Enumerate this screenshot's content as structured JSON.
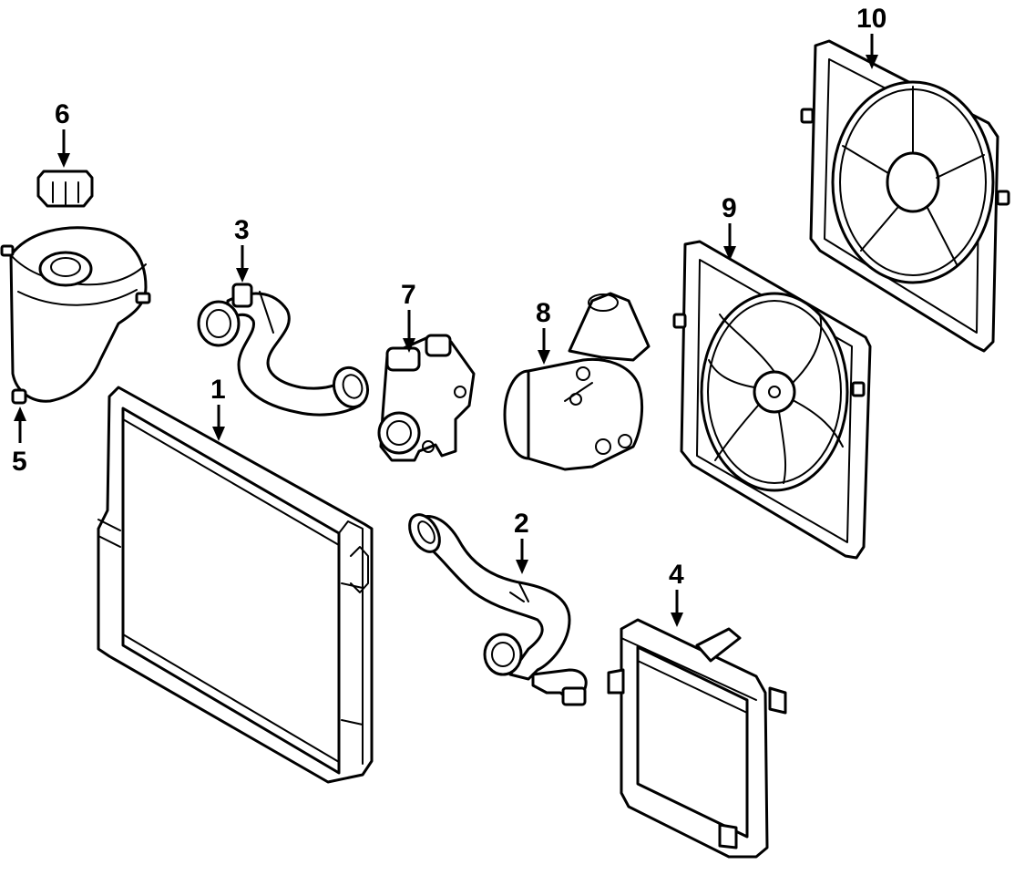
{
  "callouts": [
    "1",
    "2",
    "3",
    "4",
    "5",
    "6",
    "7",
    "8",
    "9",
    "10"
  ],
  "colors": {
    "ink": "#000000",
    "paper": "#ffffff"
  }
}
